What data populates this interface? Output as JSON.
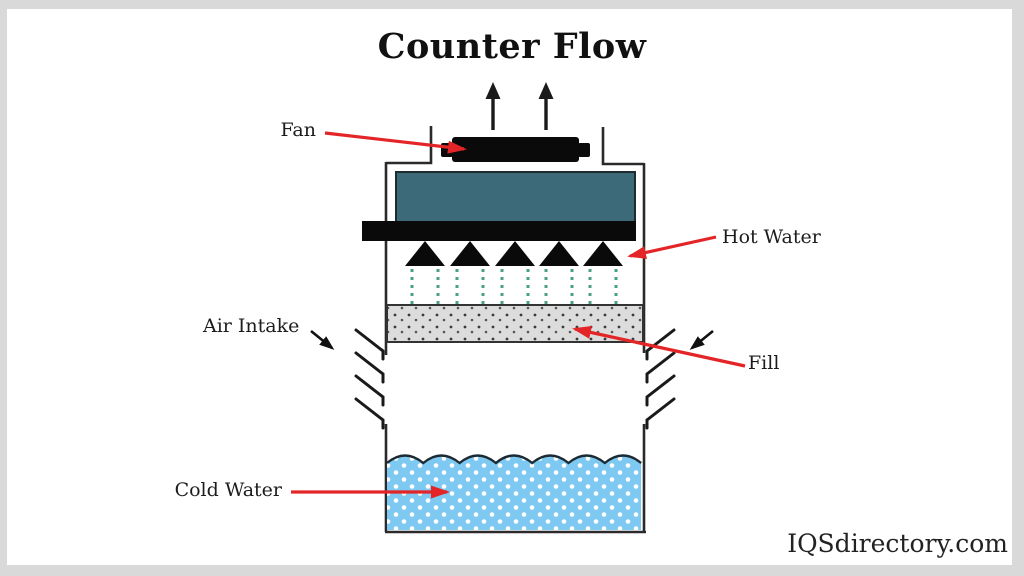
{
  "title": "Counter Flow",
  "watermark": "IQSdirectory.com",
  "labels": {
    "fan": "Fan",
    "hot_water": "Hot Water",
    "air_intake": "Air Intake",
    "fill": "Fill",
    "cold_water": "Cold Water"
  },
  "colors": {
    "plenum_teal": "#3d6a78",
    "water_blue": "#7ec9f1",
    "fill_media_gray": "#dcdcdc",
    "spray_green": "#47a37d",
    "arrow_red": "#e32528",
    "line_black": "#1a1a1a",
    "frame_gray": "#d9d9d9"
  },
  "diagram": {
    "subject": "counter-flow-cooling-tower"
  }
}
